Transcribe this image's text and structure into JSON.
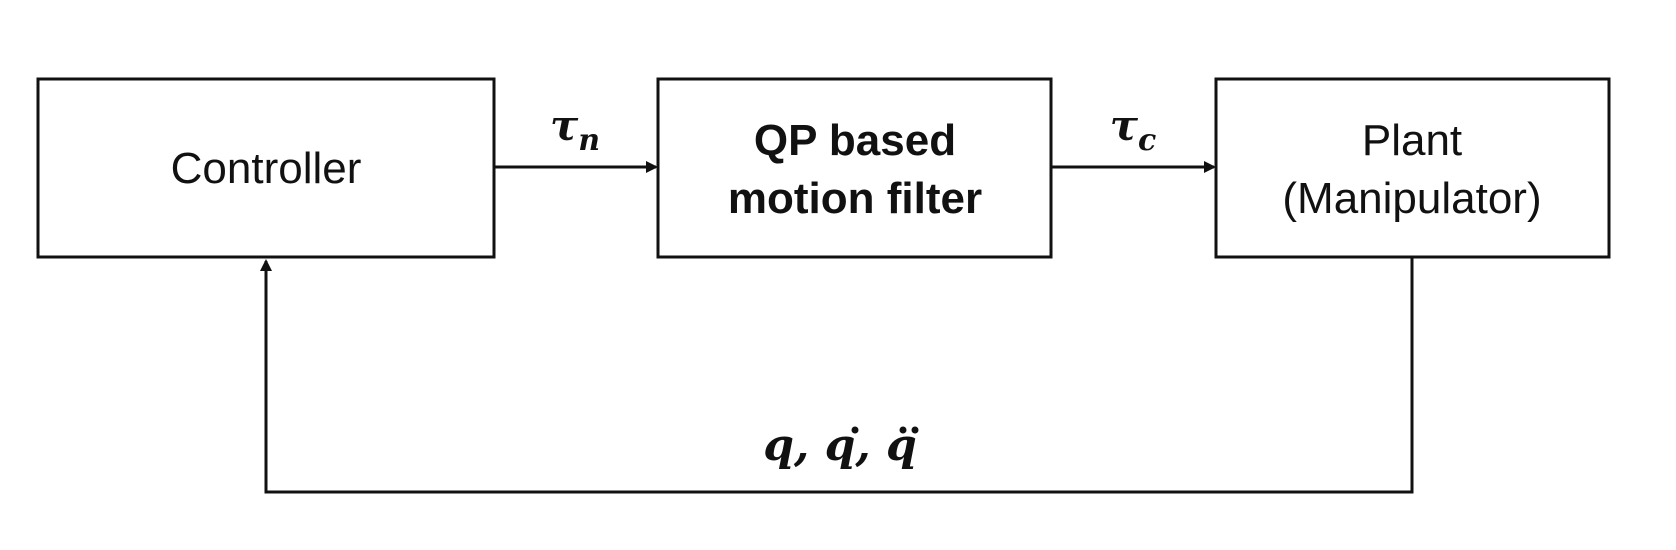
{
  "blocks": {
    "controller": {
      "label": "Controller"
    },
    "filter": {
      "line1": "QP based",
      "line2": "motion filter"
    },
    "plant": {
      "line1": "Plant",
      "line2": "(Manipulator)"
    }
  },
  "signals": {
    "tau_n": {
      "symbol": "τ",
      "subscript": "n"
    },
    "tau_c": {
      "symbol": "τ",
      "subscript": "c"
    },
    "feedback": {
      "q": "q",
      "sep1": ", ",
      "qdot": "q",
      "sep2": ", ",
      "qddot": "q"
    }
  },
  "colors": {
    "stroke": "#111111",
    "background": "#ffffff"
  }
}
